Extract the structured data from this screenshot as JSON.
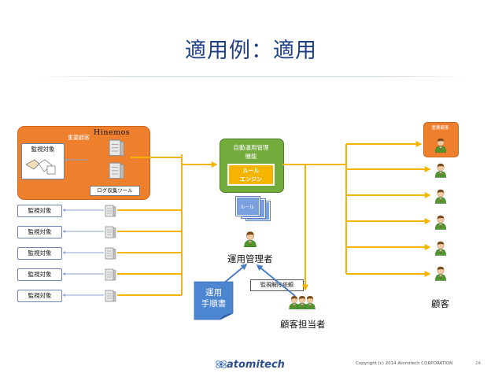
{
  "title": "適用例：適用",
  "panel": {
    "label": "重要顧客",
    "logo": "Hinemos",
    "log_tool": "ログ収集ツール"
  },
  "monitor": {
    "label": "監視対象",
    "rows": [
      "監視対象",
      "監視対象",
      "監視対象",
      "監視対象",
      "監視対象"
    ]
  },
  "auto": {
    "line1": "自動運用管理",
    "line2": "機能",
    "engine_line1": "ルール",
    "engine_line2": "エンジン"
  },
  "rule_label": "ルール",
  "operator_label": "運用管理者",
  "procedure": {
    "line1": "運用",
    "line2": "手順書"
  },
  "request_label": "監視解除依頼",
  "staff_label": "顧客担当者",
  "customer_label": "顧客",
  "vip_label": "重要顧客",
  "footer": {
    "logo": "atomitech",
    "copyright": "Copyright (c) 2014 Atomitech CORPORATION",
    "page": "24"
  },
  "colors": {
    "title": "#1f3f86",
    "orange": "#ee7f2d",
    "green": "#73ab3d",
    "arrow": "#f5b400",
    "blue_arrow": "#4a7ec4"
  }
}
